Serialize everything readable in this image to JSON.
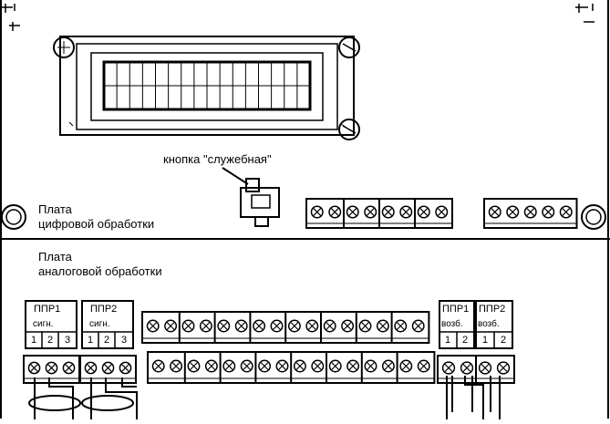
{
  "labels": {
    "button_callout": "кнопка \"служебная\"",
    "digital_board_line1": "Плата",
    "digital_board_line2": "цифровой обработки",
    "analog_board_line1": "Плата",
    "analog_board_line2": "аналоговой обработки"
  },
  "blocks": {
    "ppr1_sig": {
      "title": "ППР1",
      "sub": "сигн.",
      "pins": [
        "1",
        "2",
        "3"
      ]
    },
    "ppr2_sig": {
      "title": "ППР2",
      "sub": "сигн.",
      "pins": [
        "1",
        "2",
        "3"
      ]
    },
    "ppr1_ret": {
      "title": "ППР1",
      "sub": "возб.",
      "pins": [
        "1",
        "2"
      ]
    },
    "ppr2_ret": {
      "title": "ППР2",
      "sub": "возб.",
      "pins": [
        "1",
        "2"
      ]
    }
  }
}
